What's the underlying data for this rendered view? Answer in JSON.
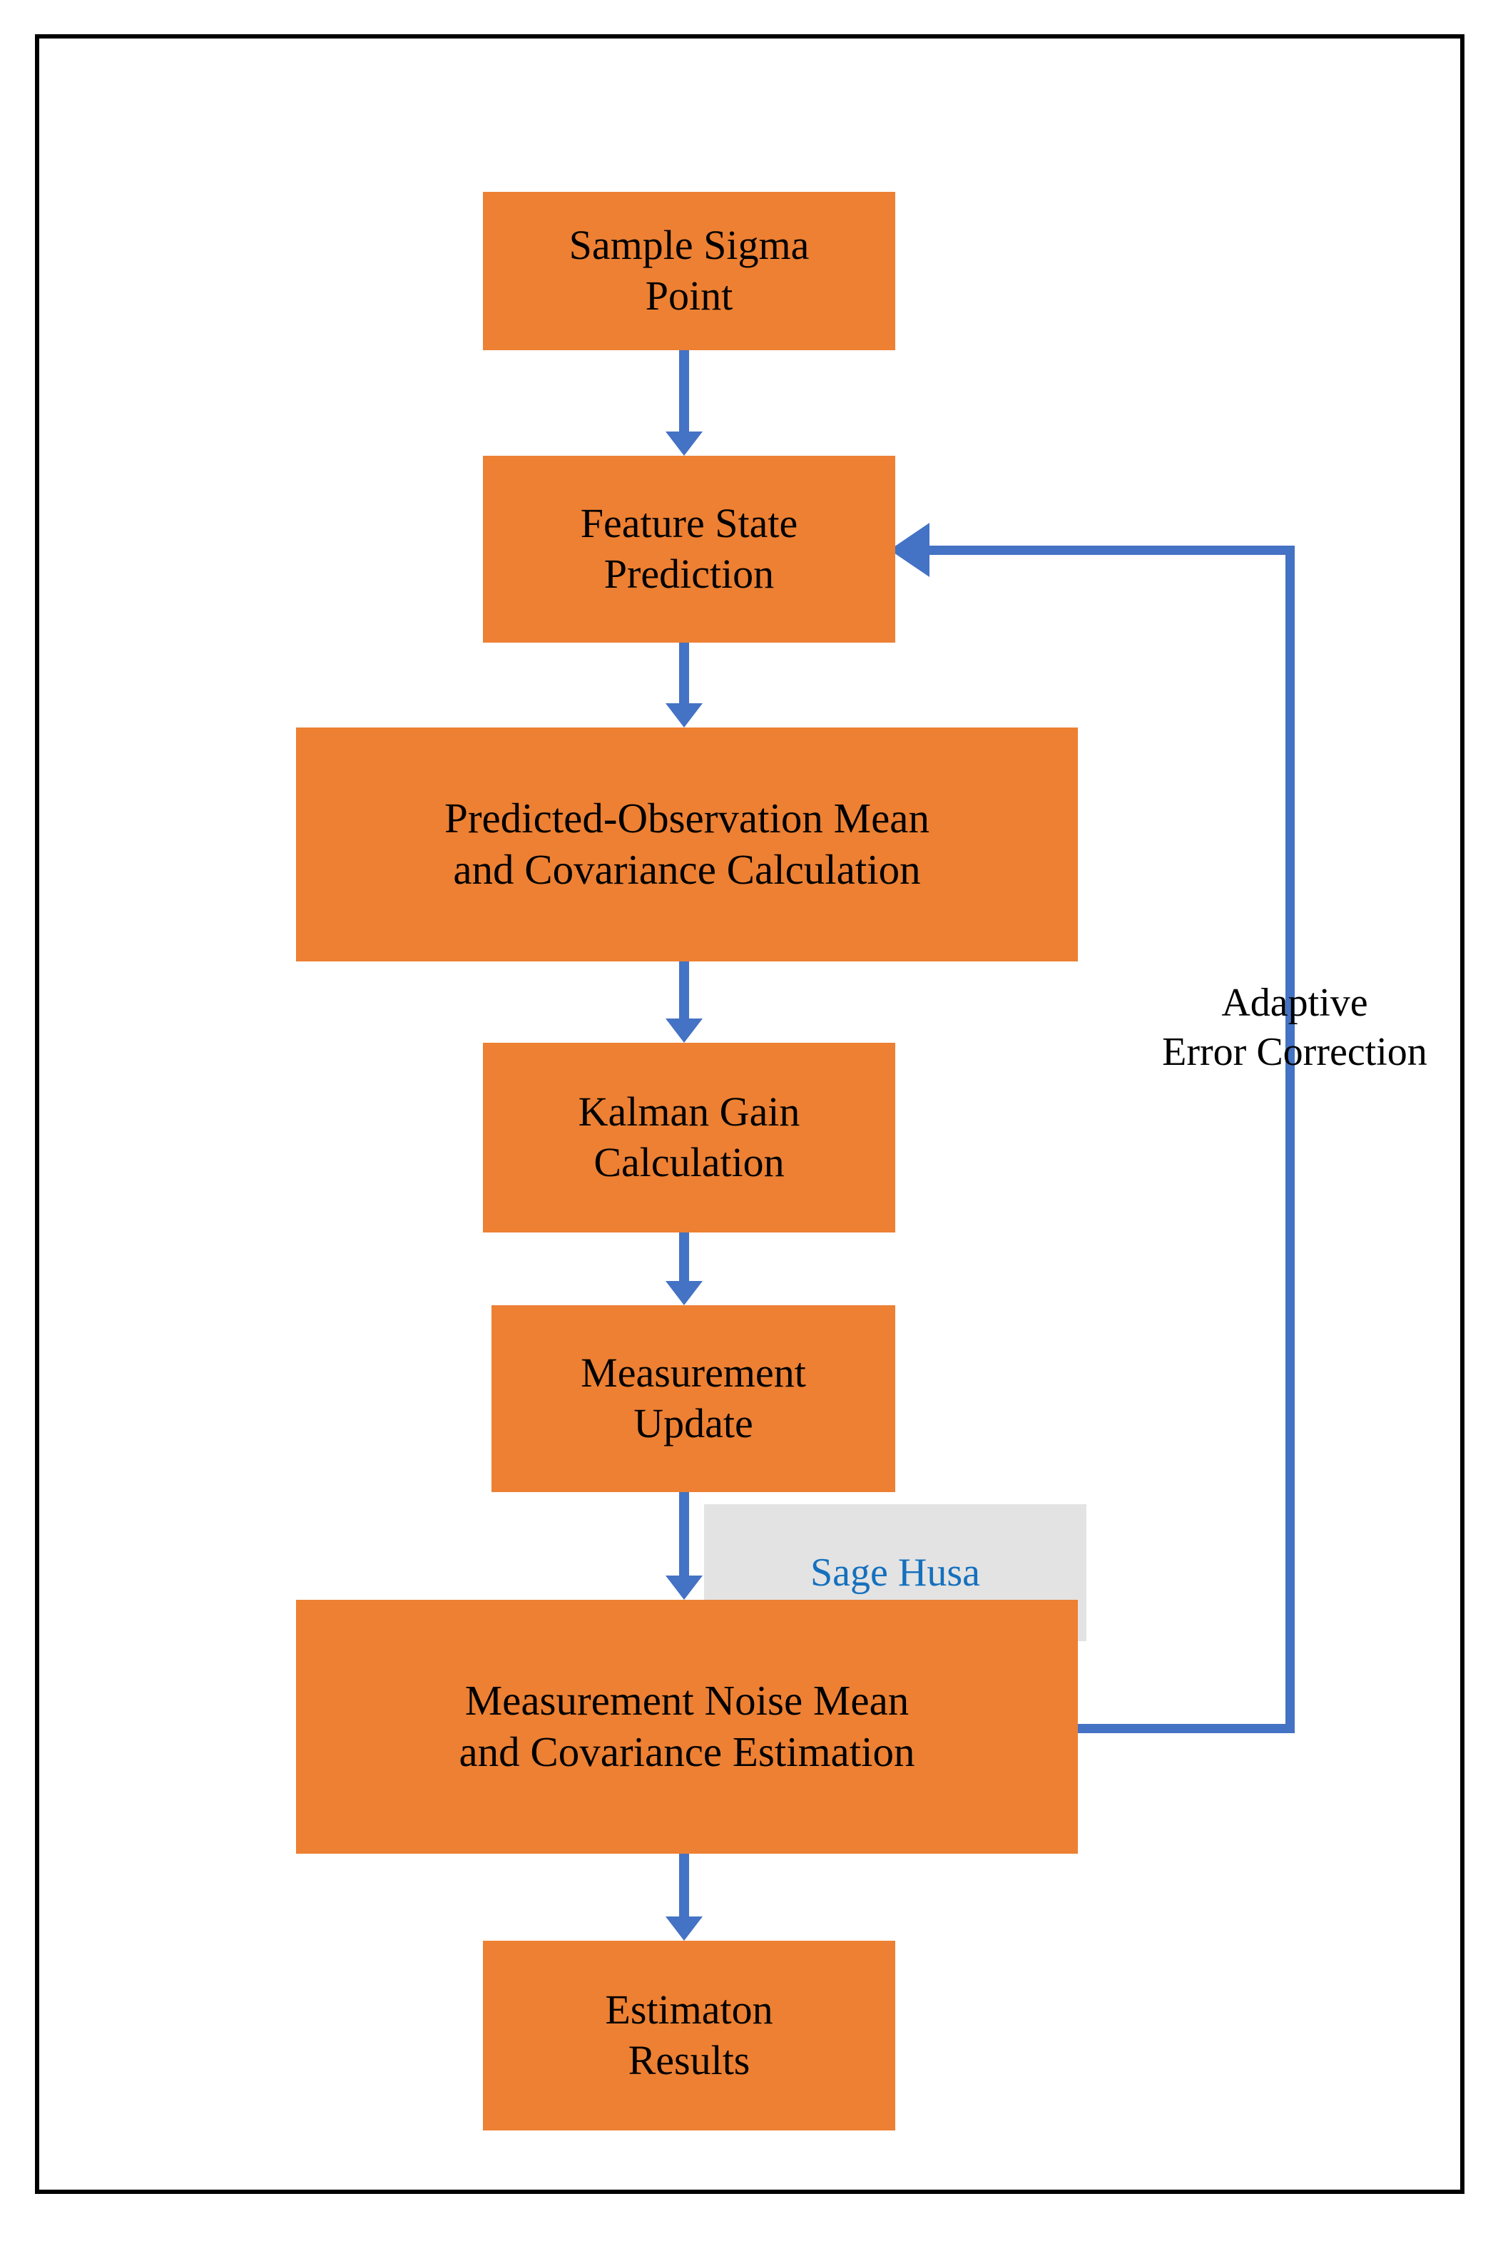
{
  "diagram": {
    "title": "Adaptive Sage-Husa Unscented Kalman Filter Flowchart",
    "colors": {
      "node_fill": "#ED8033",
      "node_text": "#000000",
      "arrow": "#4472C4",
      "annotation_box_fill": "#E3E3E3",
      "annotation_text": "#1570BE",
      "frame_border": "#000000",
      "background": "#FFFFFF"
    },
    "nodes": [
      {
        "id": "sample-sigma-point",
        "label": "Sample Sigma\nPoint"
      },
      {
        "id": "feature-state-prediction",
        "label": "Feature State\nPrediction"
      },
      {
        "id": "predicted-observation",
        "label": "Predicted-Observation Mean\nand Covariance Calculation"
      },
      {
        "id": "kalman-gain",
        "label": "Kalman Gain\nCalculation"
      },
      {
        "id": "measurement-update",
        "label": "Measurement\nUpdate"
      },
      {
        "id": "measurement-noise",
        "label": "Measurement Noise  Mean\nand Covariance Estimation"
      },
      {
        "id": "estimation-results",
        "label": "Estimaton\nResults"
      }
    ],
    "annotations": [
      {
        "id": "sage-husa",
        "label": "Sage Husa"
      },
      {
        "id": "adaptive-error-correction",
        "label": "Adaptive\nError Correction"
      }
    ],
    "edges": [
      {
        "from": "sample-sigma-point",
        "to": "feature-state-prediction",
        "kind": "down-arrow"
      },
      {
        "from": "feature-state-prediction",
        "to": "predicted-observation",
        "kind": "down-arrow"
      },
      {
        "from": "predicted-observation",
        "to": "kalman-gain",
        "kind": "down-arrow"
      },
      {
        "from": "kalman-gain",
        "to": "measurement-update",
        "kind": "down-arrow"
      },
      {
        "from": "measurement-update",
        "to": "measurement-noise",
        "kind": "down-arrow"
      },
      {
        "from": "measurement-noise",
        "to": "estimation-results",
        "kind": "down-arrow"
      },
      {
        "from": "measurement-noise",
        "to": "feature-state-prediction",
        "kind": "feedback-loop",
        "label": "Adaptive\nError Correction"
      }
    ]
  }
}
